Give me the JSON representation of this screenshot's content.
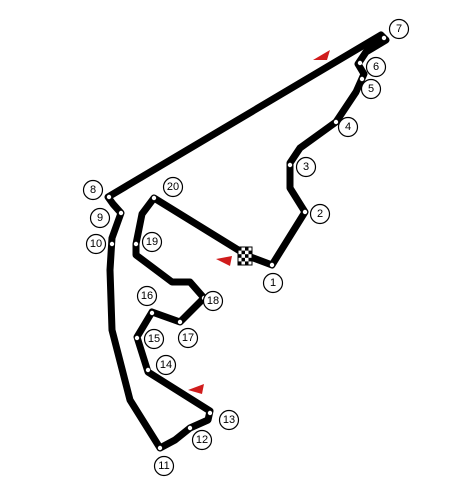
{
  "colors": {
    "track": "#000000",
    "drs_marker": "#d01c1c",
    "label_outline": "#000000",
    "background": "#ffffff"
  },
  "corners": [
    {
      "label": "1"
    },
    {
      "label": "2"
    },
    {
      "label": "3"
    },
    {
      "label": "4"
    },
    {
      "label": "5"
    },
    {
      "label": "6"
    },
    {
      "label": "7"
    },
    {
      "label": "8"
    },
    {
      "label": "9"
    },
    {
      "label": "10"
    },
    {
      "label": "11"
    },
    {
      "label": "12"
    },
    {
      "label": "13"
    },
    {
      "label": "14"
    },
    {
      "label": "15"
    },
    {
      "label": "16"
    },
    {
      "label": "17"
    },
    {
      "label": "18"
    },
    {
      "label": "19"
    },
    {
      "label": "20"
    }
  ],
  "icons": {
    "start_finish": "checkered-flag-icon",
    "drs": "drs-marker-icon"
  }
}
